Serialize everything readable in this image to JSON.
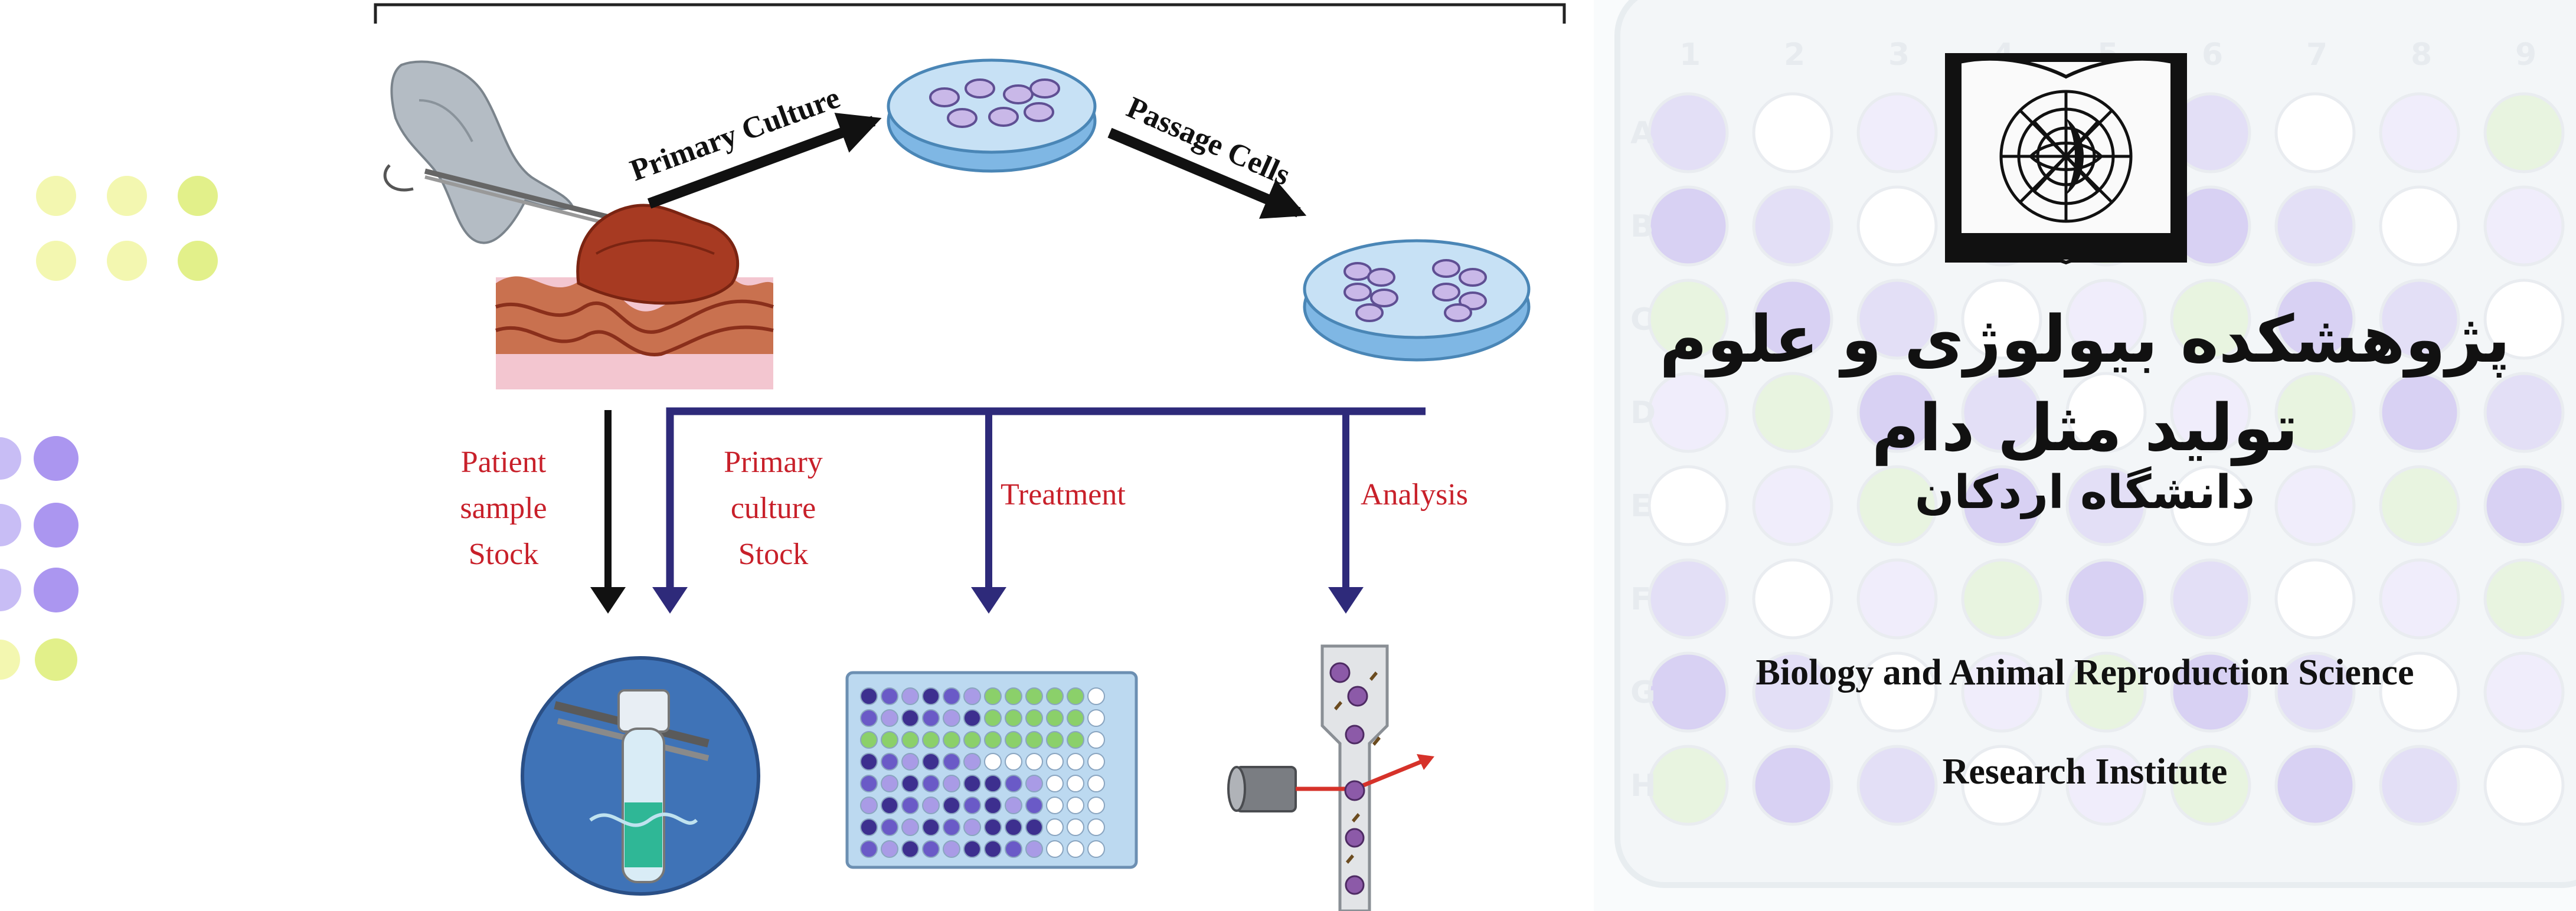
{
  "diagram": {
    "steps": {
      "primary_culture": "Primary Culture",
      "passage_cells": "Passage Cells"
    },
    "branches": {
      "patient_sample": [
        "Patient",
        "sample",
        "Stock"
      ],
      "primary_culture_stock": [
        "Primary",
        "culture",
        "Stock"
      ],
      "treatment": "Treatment",
      "analysis": "Analysis"
    },
    "colors": {
      "red_text": "#c8202a",
      "navy_arrow": "#2e2a7a",
      "black_arrow": "#111111",
      "tissue": "#b5452e",
      "dish": "#9fc8ea"
    }
  },
  "institute": {
    "persian_name": "پژوهشکده بیولوژی و علوم تولید مثل دام",
    "university": "دانشگاه اردکان",
    "english_line1": "Biology and Animal Reproduction Science",
    "english_line2": "Research Institute",
    "logo_icon": "open-book-rosette-logo"
  },
  "background": {
    "plate_columns": [
      "1",
      "2",
      "3",
      "4",
      "5",
      "6",
      "7",
      "8",
      "9"
    ],
    "plate_rows": [
      "A",
      "B",
      "C",
      "D",
      "E",
      "F",
      "G",
      "H"
    ]
  }
}
